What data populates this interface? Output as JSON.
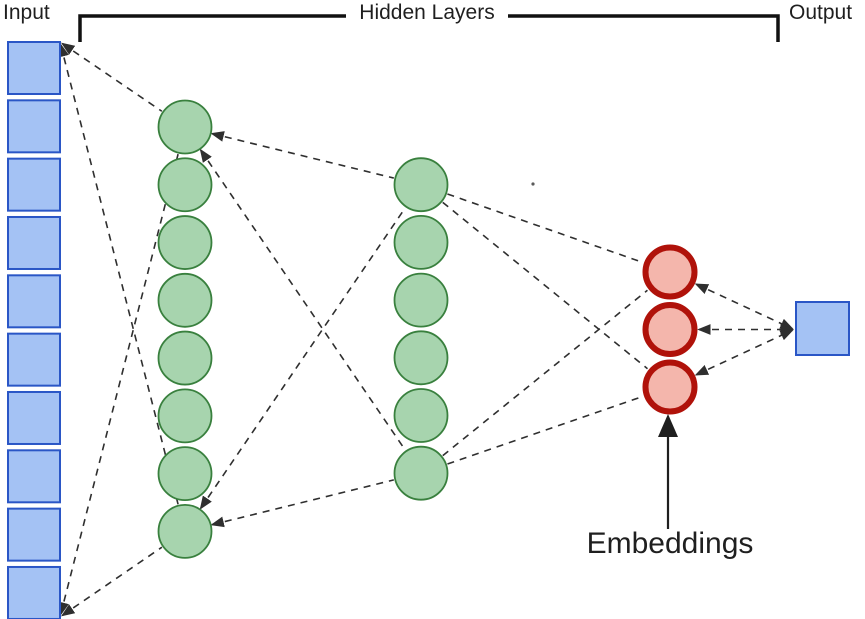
{
  "labels": {
    "input": "Input",
    "hidden_layers": "Hidden Layers",
    "output": "Output",
    "embeddings": "Embeddings"
  },
  "colors": {
    "input_fill": "#a4c2f4",
    "input_border": "#2a56c6",
    "hidden_fill": "#a7d4ae",
    "hidden_border": "#39803e",
    "embedding_fill": "#f4b6ac",
    "embedding_border": "#b0120a",
    "connector": "#2f2f2f",
    "bracket": "#111111",
    "arrow": "#1f1f1f"
  },
  "network": {
    "layers": [
      {
        "id": "input",
        "shape": "square",
        "count": 10
      },
      {
        "id": "hidden-1",
        "shape": "circle",
        "count": 8
      },
      {
        "id": "hidden-2",
        "shape": "circle",
        "count": 6
      },
      {
        "id": "embeddings",
        "shape": "circle",
        "count": 3
      },
      {
        "id": "output",
        "shape": "square",
        "count": 1
      }
    ]
  }
}
